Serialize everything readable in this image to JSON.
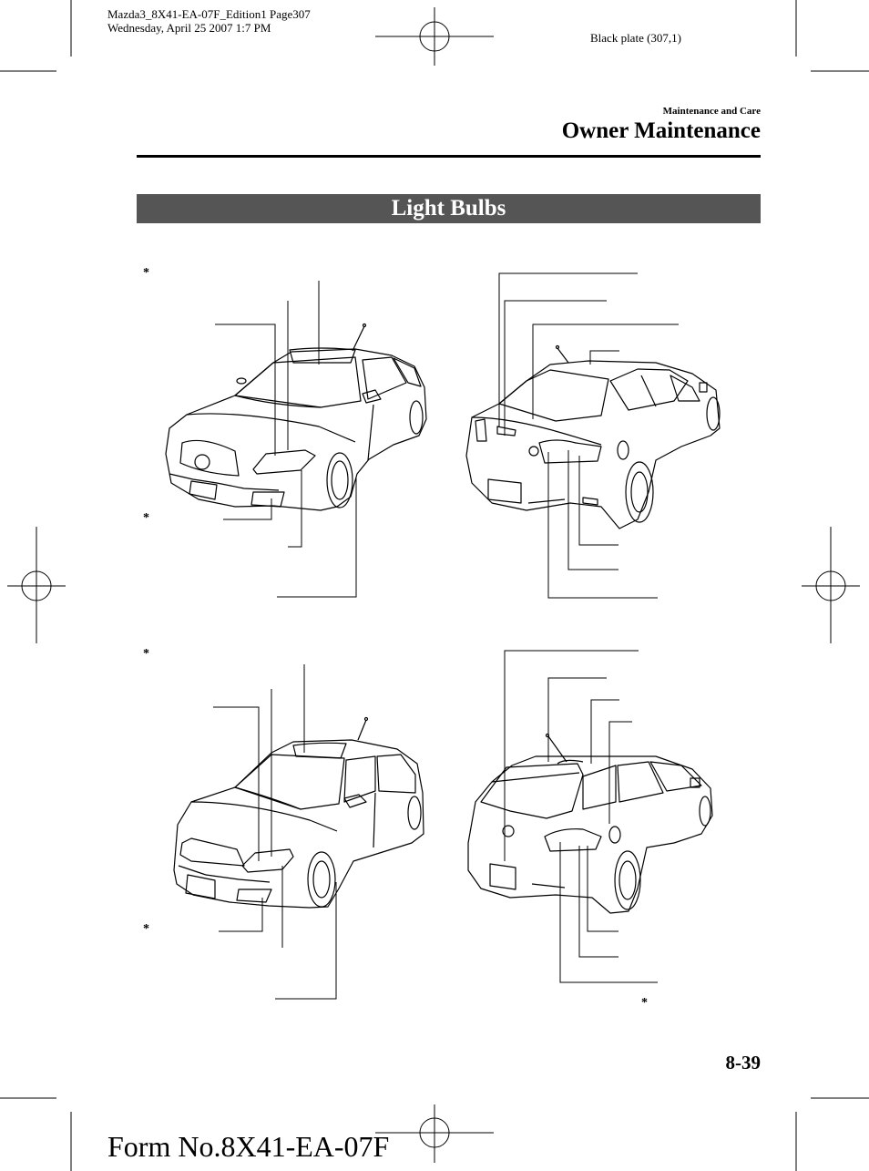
{
  "slug": {
    "line1": "Mazda3_8X41-EA-07F_Edition1 Page307",
    "line2": "Wednesday, April 25 2007 1:7 PM"
  },
  "plate": "Black plate (307,1)",
  "header": {
    "section": "Maintenance and Care",
    "chapter": "Owner Maintenance"
  },
  "banner": "Light Bulbs",
  "markers": {
    "sedan_front_top": "*",
    "sedan_front_bottom": "*",
    "hatch_front_top": "*",
    "hatch_front_bottom": "*",
    "hatch_rear_bottom": "*"
  },
  "page_number": "8-39",
  "form_number": "Form No.8X41-EA-07F"
}
